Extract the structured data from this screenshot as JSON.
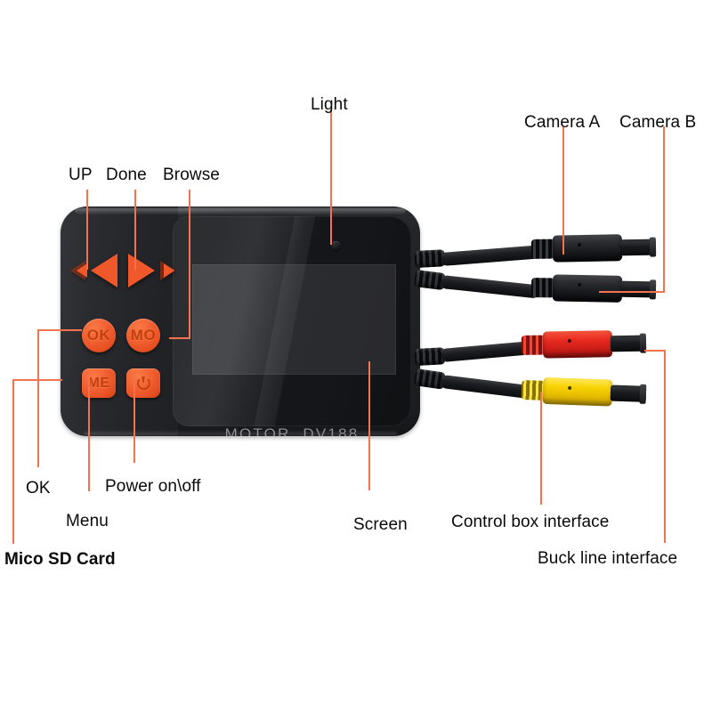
{
  "diagram": {
    "title": "MOTOR DV188 motorcycle dash camera annotated product diagram",
    "background_color": "#ffffff",
    "leader_line_color": "#f4734f",
    "label_text_color": "#0a0a0a"
  },
  "device": {
    "brand_text": "MOTOR  DV188",
    "body_color": "#202124",
    "accent_color": "#f0572a",
    "screen_color": "#3a3b3f",
    "buttons": [
      {
        "name": "up-arrow",
        "glyph": "left-triangle",
        "shape": "triangle"
      },
      {
        "name": "done-arrow",
        "glyph": "right-triangle",
        "shape": "triangle"
      },
      {
        "name": "ok",
        "glyph": "OK",
        "shape": "round"
      },
      {
        "name": "mode",
        "glyph": "MO",
        "shape": "round"
      },
      {
        "name": "menu",
        "glyph": "ME",
        "shape": "square"
      },
      {
        "name": "power",
        "glyph": "power-symbol",
        "shape": "square"
      }
    ]
  },
  "connectors": [
    {
      "name": "camera-a",
      "color": "#1a1b1e",
      "color_name": "black"
    },
    {
      "name": "camera-b",
      "color": "#1a1b1e",
      "color_name": "black"
    },
    {
      "name": "buck-line",
      "color": "#e8291f",
      "color_name": "red"
    },
    {
      "name": "control-box",
      "color": "#f7d200",
      "color_name": "yellow"
    }
  ],
  "callouts": [
    {
      "id": "up",
      "label": "UP",
      "bold": false
    },
    {
      "id": "done",
      "label": "Done",
      "bold": false
    },
    {
      "id": "browse",
      "label": "Browse",
      "bold": false
    },
    {
      "id": "light",
      "label": "Light",
      "bold": false
    },
    {
      "id": "camera_a",
      "label": "Camera A",
      "bold": false
    },
    {
      "id": "camera_b",
      "label": "Camera B",
      "bold": false
    },
    {
      "id": "ok",
      "label": "OK",
      "bold": false
    },
    {
      "id": "menu",
      "label": "Menu",
      "bold": false
    },
    {
      "id": "power",
      "label": "Power on\\off",
      "bold": false
    },
    {
      "id": "sd_card",
      "label": "Mico SD Card",
      "bold": true
    },
    {
      "id": "screen",
      "label": "Screen",
      "bold": false
    },
    {
      "id": "control_box",
      "label": "Control box interface",
      "bold": false
    },
    {
      "id": "buck_line",
      "label": "Buck line interface",
      "bold": false
    }
  ]
}
